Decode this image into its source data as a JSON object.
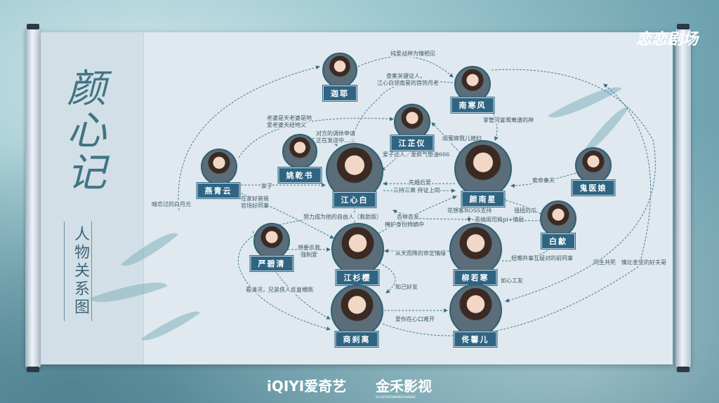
{
  "title": "颜心记",
  "subtitle": "人物关系图",
  "logos": {
    "top_right": "恋恋剧场",
    "iqiyi": "iQIYI爱奇艺",
    "jinhe": "金禾影视",
    "jinhe_sub": "GH ENTERTAINMENT&MEDIA"
  },
  "characters": [
    {
      "id": "jiaye",
      "name": "迦耶"
    },
    {
      "id": "nanhanfeng",
      "name": "南寒风"
    },
    {
      "id": "jiangzhiyi",
      "name": "江芷仪"
    },
    {
      "id": "yaoqianshu",
      "name": "姚乾书"
    },
    {
      "id": "yanqingyun",
      "name": "燕青云"
    },
    {
      "id": "jiangxinbai",
      "name": "江心白"
    },
    {
      "id": "yannanxing",
      "name": "颜南星"
    },
    {
      "id": "guiyiniang",
      "name": "鬼医娘"
    },
    {
      "id": "baishe",
      "name": "白歙"
    },
    {
      "id": "yanbiqing",
      "name": "严碧清"
    },
    {
      "id": "jiangshanying",
      "name": "江杉樱"
    },
    {
      "id": "liuruohan",
      "name": "柳若寒"
    },
    {
      "id": "shangchali",
      "name": "商刹离"
    },
    {
      "id": "tongxiner",
      "name": "佟馨儿"
    }
  ],
  "relations": [
    "纯爱战神为情相见",
    "查案关键证人，",
    "江心白领南星的首饰月老",
    "老婆是天老婆是地",
    "爱老婆天经地义",
    "对方的调休申请",
    "正在发送中……",
    "爱子达人／发疯气垫油666",
    "闺蜜嫁我儿媳妇",
    "掌管河宴鸳鸯谱的神",
    "家子",
    "先婚后爱",
    "三持三离 持证上岗",
    "在家好爸爸",
    "官场好同事",
    "努力成为他的自由人（救助版）",
    "杏林杏友",
    "掩护身份辨嫡中",
    "想要杀我",
    "强制爱",
    "从天而降的命定情缘",
    "索命秦夫",
    "花想客BOSS支持",
    "强扭的瓜",
    "恶搞闺司姝pi+情敌",
    "轻嘲共事互疑对的前同事",
    "如心工友",
    "同生共死　情比金坚的好夫哥",
    "知己好友",
    "看清况，兄弟佚人反复横跳",
    "爱你在心口难开",
    "暗恋过的白月光"
  ]
}
